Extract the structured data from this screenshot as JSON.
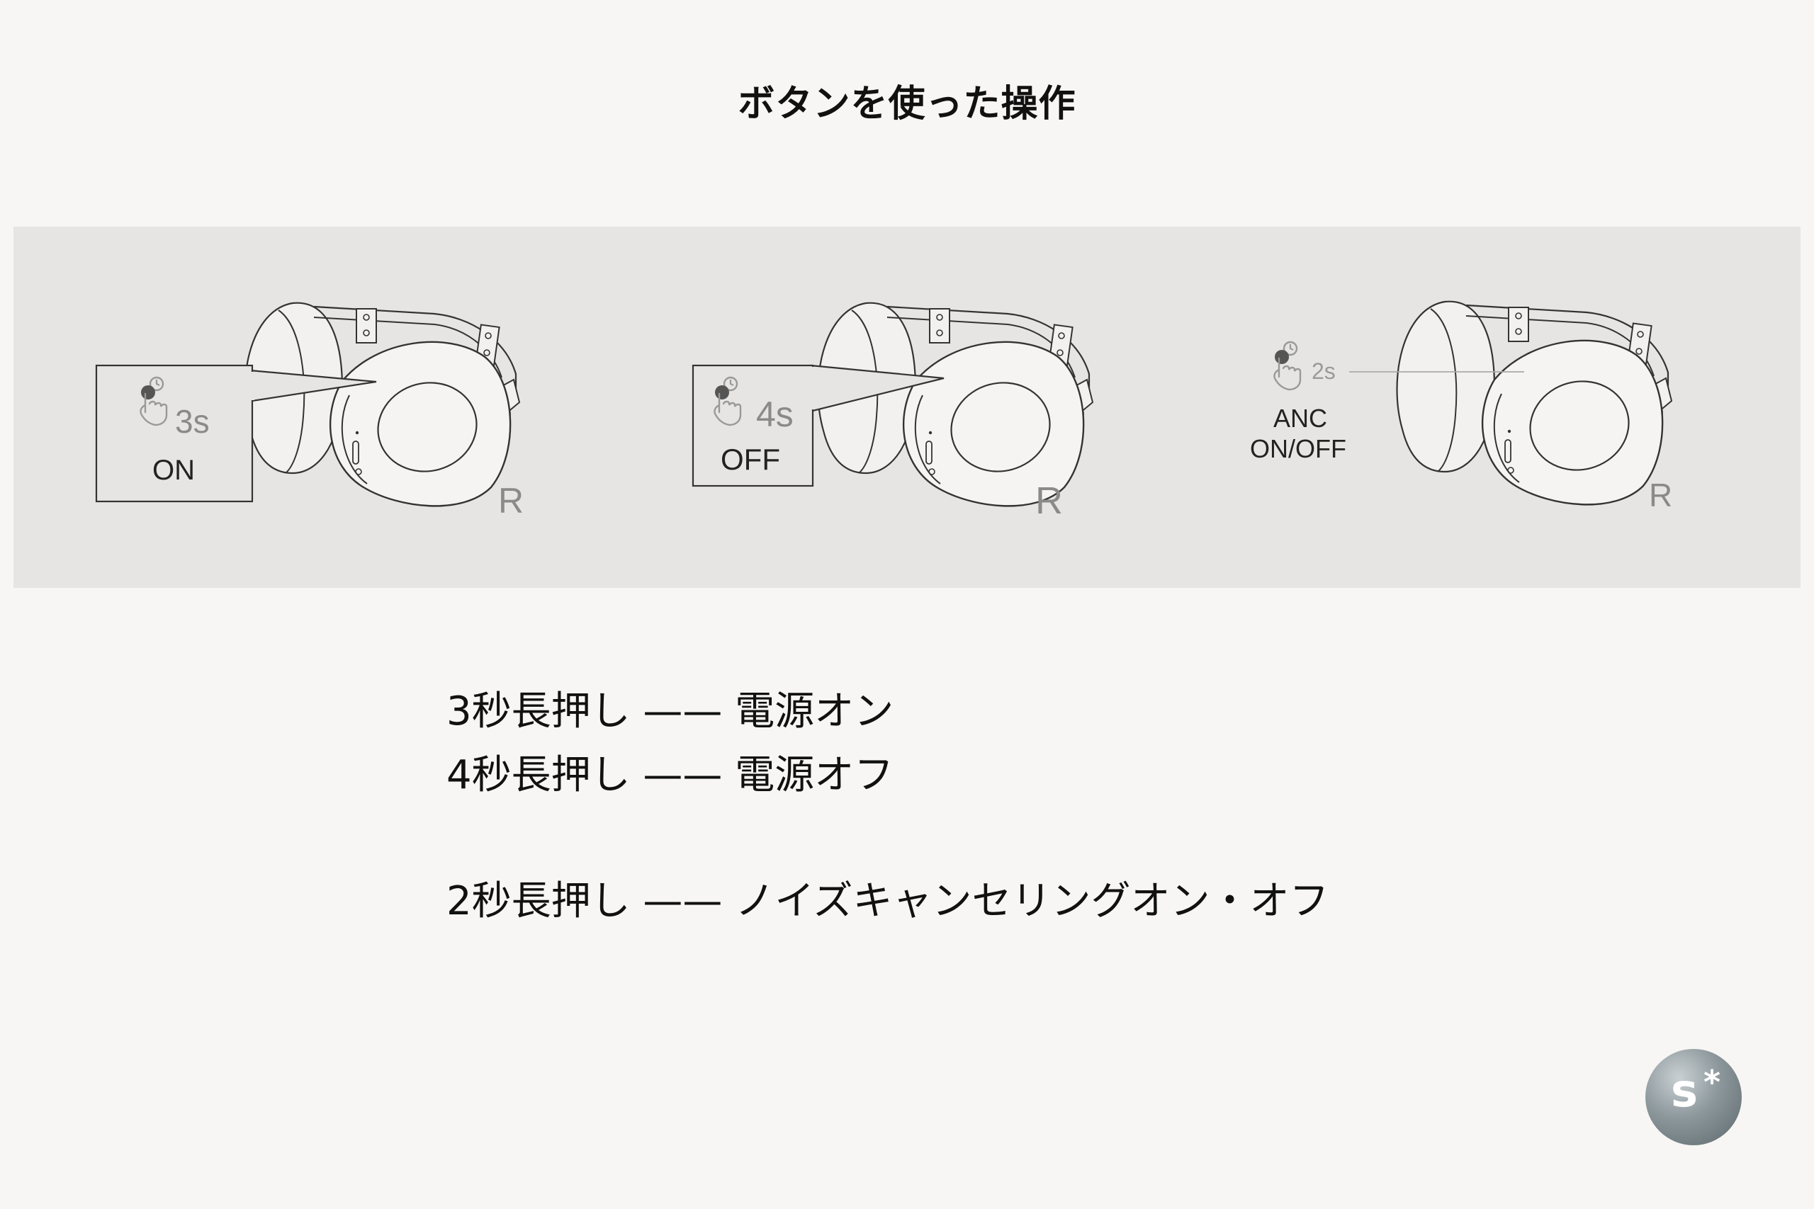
{
  "title": "ボタンを使った操作",
  "diagram": {
    "panels": [
      {
        "duration": "3s",
        "label": "ON",
        "side": "R"
      },
      {
        "duration": "4s",
        "label": "OFF",
        "side": "R"
      },
      {
        "duration": "2s",
        "label_line1": "ANC",
        "label_line2": "ON/OFF",
        "side": "R"
      }
    ]
  },
  "instructions": [
    "3秒長押し —— 電源オン",
    "4秒長押し —— 電源オフ",
    "2秒長押し —— ノイズキャンセリングオン・オフ"
  ],
  "badge": {
    "glyph": "s",
    "mark": "*"
  },
  "colors": {
    "background": "#f7f6f4",
    "panel": "#e6e5e3",
    "line": "#333333",
    "label_gray": "#8a8a8a"
  }
}
